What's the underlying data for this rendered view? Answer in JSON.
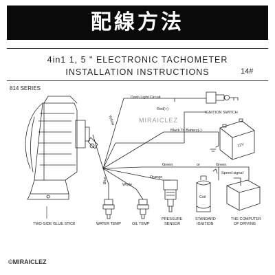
{
  "banner": {
    "title": "配線方法"
  },
  "heading": {
    "line1": "4in1 1, 5 \" ELECTRONIC TACHOMETER",
    "line2": "INSTALLATION INSTRUCTIONS",
    "model": "14#"
  },
  "series_label": "814 SERIES",
  "wires": {
    "dash_light": "Dash Light Circuit",
    "red": "Red(+)",
    "black": "Black To Battery(-)",
    "green_left": "Green",
    "or": "or",
    "green_right": "Green",
    "orange": "Orange",
    "white": "White",
    "blue": "Blue",
    "yellow": "Yellow",
    "speed_signal": "Speed signal"
  },
  "components": {
    "ignition_switch": "IGNITION SWITCH",
    "battery": "12V",
    "coil": "Coil",
    "glue_stick": "TWO-SIDE GLUE STICK",
    "water_temp": "WATER TEMP",
    "oil_temp": "OIL TEMP",
    "pressure_sensor_1": "PRESSURE",
    "pressure_sensor_2": "SENSOR",
    "standard_ignition_1": "STANDARD",
    "standard_ignition_2": "IGNITION",
    "computer_1": "THE COMPUTER",
    "computer_2": "OF DRIVING"
  },
  "watermark": "MIRAICLEZ",
  "copyright": "©MIRAICLEZ",
  "colors": {
    "banner_bg": "#0a0a0a",
    "banner_text": "#ffffff",
    "ink": "#222222"
  }
}
